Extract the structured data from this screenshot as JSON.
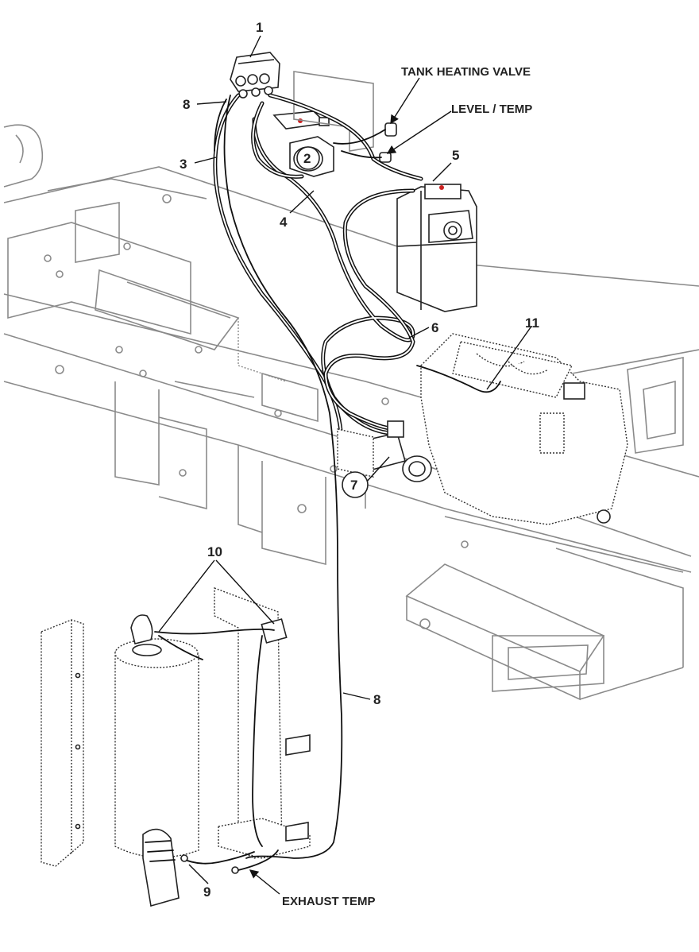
{
  "callouts": {
    "c1": "1",
    "c2": "2",
    "c3": "3",
    "c4": "4",
    "c5": "5",
    "c6": "6",
    "c7": "7",
    "c8a": "8",
    "c8b": "8",
    "c9": "9",
    "c10": "10",
    "c11": "11"
  },
  "labels": {
    "tank_heating_valve": "TANK HEATING VALVE",
    "level_temp": "LEVEL / TEMP",
    "exhaust_temp": "EXHAUST TEMP"
  }
}
